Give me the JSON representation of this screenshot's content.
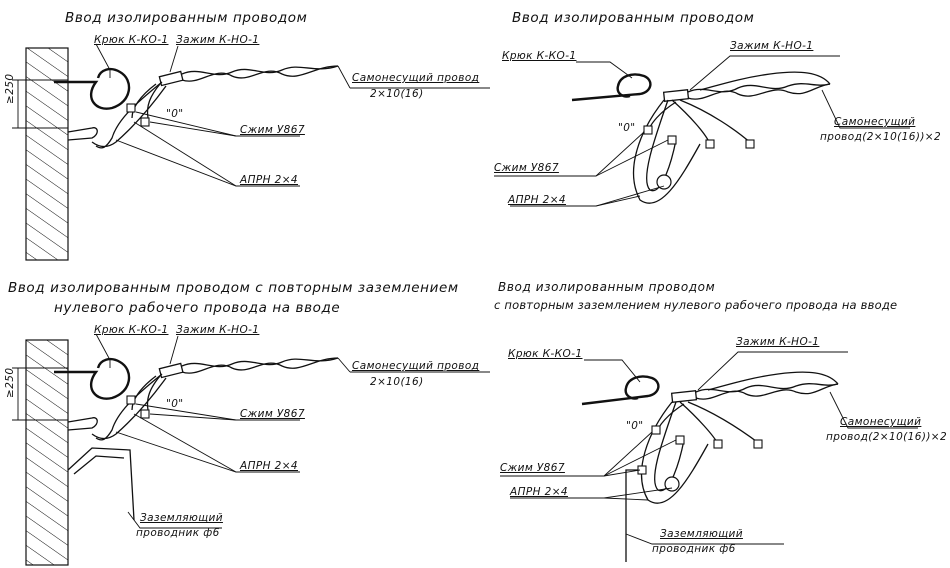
{
  "panel1": {
    "title": "Ввод изолированным проводом",
    "hook": "Крюк К-КО-1",
    "clamp": "Зажим К-НО-1",
    "wire_line1": "Самонесущий провод",
    "wire_line2": "2×10(16)",
    "press": "Сжим У867",
    "aprn": "АПРН 2×4",
    "zero": "\"0\"",
    "dim": "≥250"
  },
  "panel2": {
    "title": "Ввод изолированным проводом",
    "hook": "Крюк К-КО-1",
    "clamp": "Зажим К-НО-1",
    "wire_line1": "Самонесущий",
    "wire_line2": "провод(2×10(16))×2",
    "press": "Сжим У867",
    "aprn": "АПРН 2×4",
    "zero": "\"0\""
  },
  "panel3": {
    "title_line1": "Ввод изолированным проводом с повторным заземлением",
    "title_line2": "нулевого рабочего провода на вводе",
    "hook": "Крюк К-КО-1",
    "clamp": "Зажим К-НО-1",
    "wire_line1": "Самонесущий провод",
    "wire_line2": "2×10(16)",
    "press": "Сжим У867",
    "aprn": "АПРН 2×4",
    "zero": "\"0\"",
    "dim": "≥250",
    "ground_line1": "Заземляющий",
    "ground_line2": "проводник ф6"
  },
  "panel4": {
    "title_line1": "Ввод изолированным проводом",
    "title_line2": "с повторным заземлением нулевого рабочего провода на вводе",
    "hook": "Крюк К-КО-1",
    "clamp": "Зажим К-НО-1",
    "wire_line1": "Самонесущий",
    "wire_line2": "провод(2×10(16))×2",
    "press": "Сжим У867",
    "aprn": "АПРН 2×4",
    "zero": "\"0\"",
    "ground_line1": "Заземляющий",
    "ground_line2": "проводник ф6"
  }
}
